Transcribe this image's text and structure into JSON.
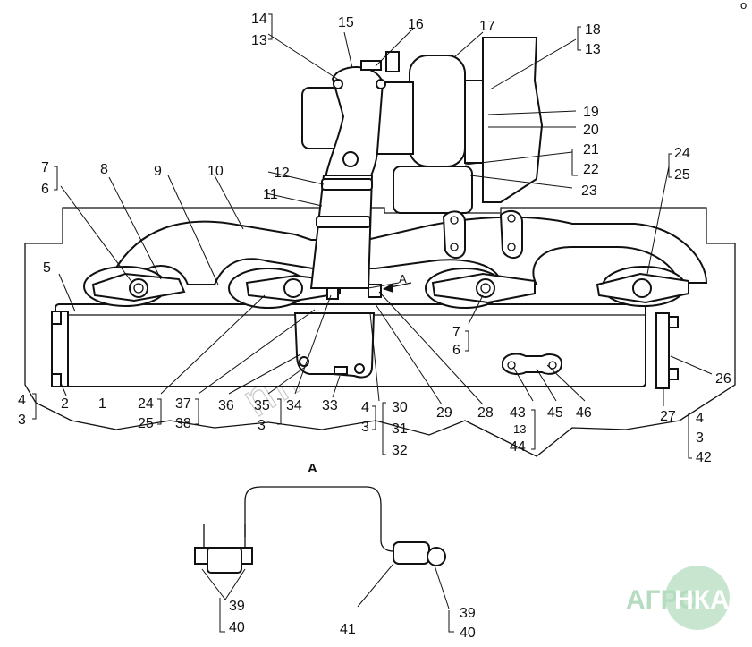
{
  "view_label": "А",
  "arrow_label": "А",
  "watermark": "nika.by",
  "logo": {
    "left": "АГРО",
    "right": "НКА"
  },
  "top_small": "o",
  "labels": {
    "l1": "1",
    "l2": "2",
    "l3a": "3",
    "l3b": "3",
    "l3c": "3",
    "l3d": "3",
    "l4a": "4",
    "l4b": "4",
    "l4c": "4",
    "l5": "5",
    "l6a": "6",
    "l6b": "6",
    "l7a": "7",
    "l7b": "7",
    "l8": "8",
    "l9": "9",
    "l10": "10",
    "l11": "11",
    "l12": "12",
    "l13a": "13",
    "l13b": "13",
    "l13c": "13",
    "l14": "14",
    "l15": "15",
    "l16": "16",
    "l17": "17",
    "l18": "18",
    "l19": "19",
    "l20": "20",
    "l21": "21",
    "l22": "22",
    "l23": "23",
    "l24a": "24",
    "l24b": "24",
    "l25a": "25",
    "l25b": "25",
    "l26": "26",
    "l27": "27",
    "l28": "28",
    "l29": "29",
    "l30": "30",
    "l31": "31",
    "l32": "32",
    "l33": "33",
    "l34": "34",
    "l35": "35",
    "l36": "36",
    "l37": "37",
    "l38": "38",
    "l39a": "39",
    "l39b": "39",
    "l40a": "40",
    "l40b": "40",
    "l41": "41",
    "l42": "42",
    "l43": "43",
    "l44": "44",
    "l45": "45",
    "l46": "46"
  }
}
